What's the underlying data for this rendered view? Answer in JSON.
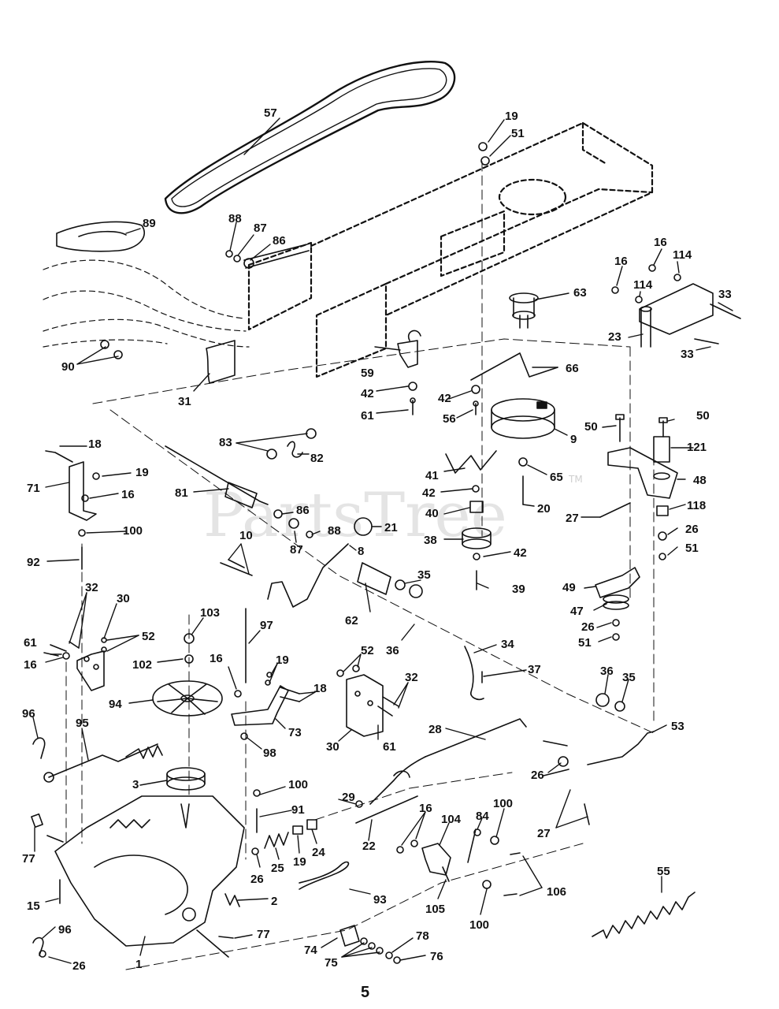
{
  "watermark": {
    "text": "PartsTree",
    "mark": "TM"
  },
  "page_number": "5",
  "callouts": [
    {
      "id": "c57",
      "text": "57"
    },
    {
      "id": "c19a",
      "text": "19"
    },
    {
      "id": "c51a",
      "text": "51"
    },
    {
      "id": "c89",
      "text": "89"
    },
    {
      "id": "c88a",
      "text": "88"
    },
    {
      "id": "c87a",
      "text": "87"
    },
    {
      "id": "c86a",
      "text": "86"
    },
    {
      "id": "c16a",
      "text": "16"
    },
    {
      "id": "c114a",
      "text": "114"
    },
    {
      "id": "c16b",
      "text": "16"
    },
    {
      "id": "c114b",
      "text": "114"
    },
    {
      "id": "c33a",
      "text": "33"
    },
    {
      "id": "c63",
      "text": "63"
    },
    {
      "id": "c23",
      "text": "23"
    },
    {
      "id": "c33b",
      "text": "33"
    },
    {
      "id": "c90",
      "text": "90"
    },
    {
      "id": "c59",
      "text": "59"
    },
    {
      "id": "c66",
      "text": "66"
    },
    {
      "id": "c42a",
      "text": "42"
    },
    {
      "id": "c42b",
      "text": "42"
    },
    {
      "id": "c31",
      "text": "31"
    },
    {
      "id": "c61a",
      "text": "61"
    },
    {
      "id": "c56",
      "text": "56"
    },
    {
      "id": "c9",
      "text": "9"
    },
    {
      "id": "c50a",
      "text": "50"
    },
    {
      "id": "c50b",
      "text": "50"
    },
    {
      "id": "c18a",
      "text": "18"
    },
    {
      "id": "c83",
      "text": "83"
    },
    {
      "id": "c121",
      "text": "121"
    },
    {
      "id": "c82",
      "text": "82"
    },
    {
      "id": "c19b",
      "text": "19"
    },
    {
      "id": "c71",
      "text": "71"
    },
    {
      "id": "c41",
      "text": "41"
    },
    {
      "id": "c65",
      "text": "65"
    },
    {
      "id": "c48",
      "text": "48"
    },
    {
      "id": "c16c",
      "text": "16"
    },
    {
      "id": "c81",
      "text": "81"
    },
    {
      "id": "c42c",
      "text": "42"
    },
    {
      "id": "c20",
      "text": "20"
    },
    {
      "id": "c86b",
      "text": "86"
    },
    {
      "id": "c27a",
      "text": "27"
    },
    {
      "id": "c118",
      "text": "118"
    },
    {
      "id": "c40",
      "text": "40"
    },
    {
      "id": "c100a",
      "text": "100"
    },
    {
      "id": "c88b",
      "text": "88"
    },
    {
      "id": "c21",
      "text": "21"
    },
    {
      "id": "c26a",
      "text": "26"
    },
    {
      "id": "c87b",
      "text": "87"
    },
    {
      "id": "c10",
      "text": "10"
    },
    {
      "id": "c38",
      "text": "38"
    },
    {
      "id": "c51b",
      "text": "51"
    },
    {
      "id": "c92",
      "text": "92"
    },
    {
      "id": "c8",
      "text": "8"
    },
    {
      "id": "c42d",
      "text": "42"
    },
    {
      "id": "c35a",
      "text": "35"
    },
    {
      "id": "c39",
      "text": "39"
    },
    {
      "id": "c49",
      "text": "49"
    },
    {
      "id": "c32a",
      "text": "32"
    },
    {
      "id": "c30a",
      "text": "30"
    },
    {
      "id": "c103",
      "text": "103"
    },
    {
      "id": "c62",
      "text": "62"
    },
    {
      "id": "c47",
      "text": "47"
    },
    {
      "id": "c26b",
      "text": "26"
    },
    {
      "id": "c97",
      "text": "97"
    },
    {
      "id": "c61b",
      "text": "61"
    },
    {
      "id": "c52a",
      "text": "52"
    },
    {
      "id": "c36a",
      "text": "36"
    },
    {
      "id": "c51c",
      "text": "51"
    },
    {
      "id": "c16d",
      "text": "16"
    },
    {
      "id": "c102",
      "text": "102"
    },
    {
      "id": "c16e",
      "text": "16"
    },
    {
      "id": "c19c",
      "text": "19"
    },
    {
      "id": "c34",
      "text": "34"
    },
    {
      "id": "c52b",
      "text": "52"
    },
    {
      "id": "c37",
      "text": "37"
    },
    {
      "id": "c36b",
      "text": "36"
    },
    {
      "id": "c35b",
      "text": "35"
    },
    {
      "id": "c18b",
      "text": "18"
    },
    {
      "id": "c32b",
      "text": "32"
    },
    {
      "id": "c94",
      "text": "94"
    },
    {
      "id": "c96a",
      "text": "96"
    },
    {
      "id": "c73",
      "text": "73"
    },
    {
      "id": "c53",
      "text": "53"
    },
    {
      "id": "c95",
      "text": "95"
    },
    {
      "id": "c98",
      "text": "98"
    },
    {
      "id": "c30b",
      "text": "30"
    },
    {
      "id": "c61c",
      "text": "61"
    },
    {
      "id": "c28",
      "text": "28"
    },
    {
      "id": "c26c",
      "text": "26"
    },
    {
      "id": "c3",
      "text": "3"
    },
    {
      "id": "c100b",
      "text": "100"
    },
    {
      "id": "c84",
      "text": "84"
    },
    {
      "id": "c100c",
      "text": "100"
    },
    {
      "id": "c29",
      "text": "29"
    },
    {
      "id": "c91",
      "text": "91"
    },
    {
      "id": "c16f",
      "text": "16"
    },
    {
      "id": "c104",
      "text": "104"
    },
    {
      "id": "c27b",
      "text": "27"
    },
    {
      "id": "c77a",
      "text": "77"
    },
    {
      "id": "c22",
      "text": "22"
    },
    {
      "id": "c24",
      "text": "24"
    },
    {
      "id": "c26d",
      "text": "26"
    },
    {
      "id": "c25",
      "text": "25"
    },
    {
      "id": "c19d",
      "text": "19"
    },
    {
      "id": "c15",
      "text": "15"
    },
    {
      "id": "c106",
      "text": "106"
    },
    {
      "id": "c55",
      "text": "55"
    },
    {
      "id": "c93",
      "text": "93"
    },
    {
      "id": "c2",
      "text": "2"
    },
    {
      "id": "c105",
      "text": "105"
    },
    {
      "id": "c100d",
      "text": "100"
    },
    {
      "id": "c96b",
      "text": "96"
    },
    {
      "id": "c77b",
      "text": "77"
    },
    {
      "id": "c78",
      "text": "78"
    },
    {
      "id": "c74",
      "text": "74"
    },
    {
      "id": "c76",
      "text": "76"
    },
    {
      "id": "c75",
      "text": "75"
    },
    {
      "id": "c1",
      "text": "1"
    },
    {
      "id": "c26e",
      "text": "26"
    }
  ]
}
